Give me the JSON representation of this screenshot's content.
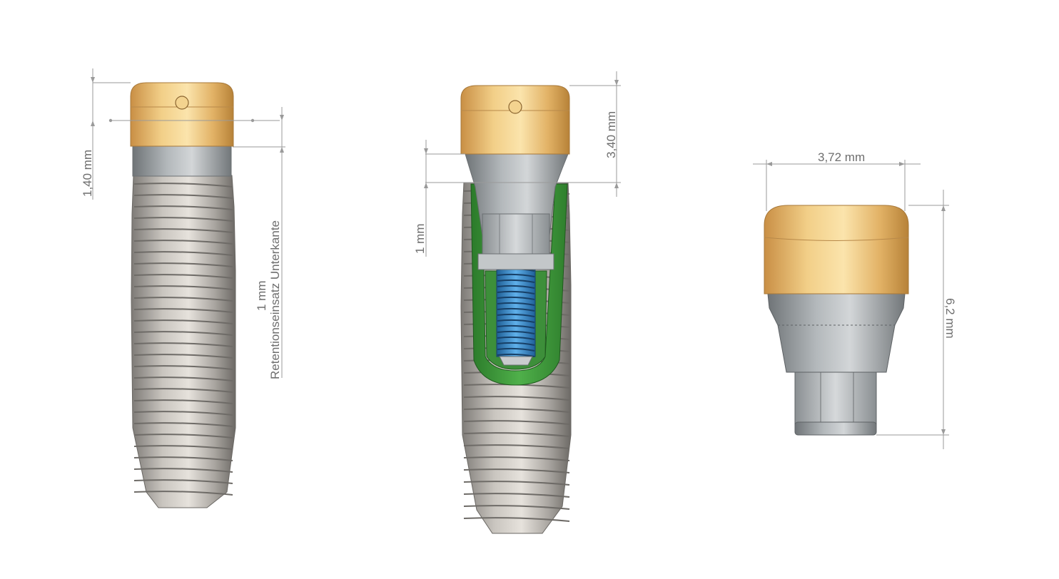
{
  "figure": {
    "left_view": {
      "dim_top": "1,40 mm",
      "dim_side_value": "1 mm",
      "dim_side_label": "Retentionseinsatz Unterkante"
    },
    "middle_view": {
      "dim_height": "3,40 mm",
      "dim_side": "1 mm"
    },
    "right_view": {
      "dim_width": "3,72 mm",
      "dim_height": "6,2 mm"
    }
  },
  "colors": {
    "gold": "#e3b567",
    "steel": "#9ea3a6",
    "thread": "#b9b6b1",
    "green": "#3f9a3c",
    "blue": "#2d82c6",
    "dimension": "#9a9a9a"
  }
}
